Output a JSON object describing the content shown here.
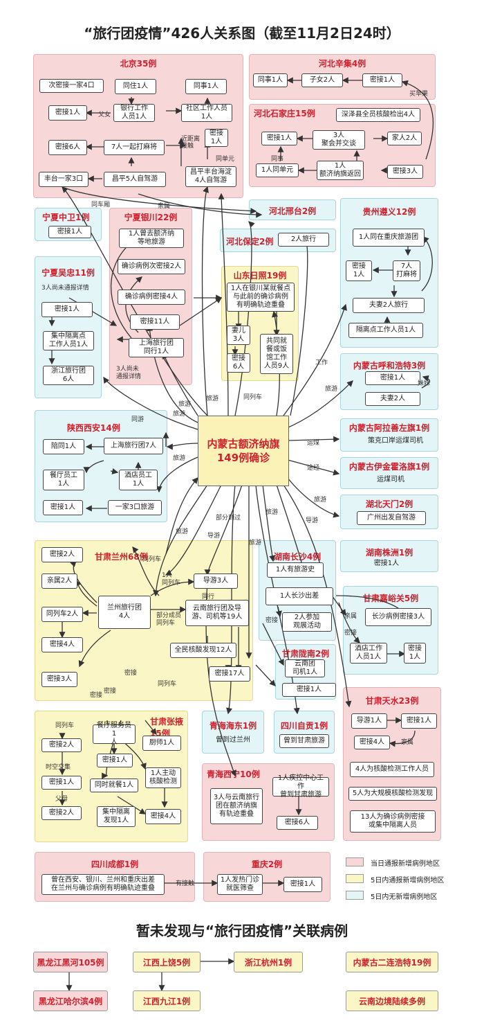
{
  "title": "“旅行团疫情”426人关系图（截至11月2日24时）",
  "center": "内蒙古额济纳旗\n149例确诊",
  "regions": {
    "beijing": "北京35例",
    "hebei_xinji": "河北辛集4例",
    "hebei_shijiazhuang": "河北石家庄15例",
    "hebei_xingtai": "河北邢台2例",
    "hebei_baoding": "河北保定2例",
    "ningxia_zhongwei": "宁夏中卫1例",
    "ningxia_yinchuan": "宁夏银川22例",
    "ningxia_wuzhong": "宁夏吴忠11例",
    "shandong_rizhao": "山东日照19例",
    "guizhou_zunyi": "贵州遵义12例",
    "nmg_huhehaote": "内蒙古呼和浩特3例",
    "shaanxi_xian": "陕西西安14例",
    "nmg_alashan": "内蒙古阿拉善左旗1例",
    "nmg_yijinhuoluo": "内蒙古伊金霍洛旗1例",
    "hubei_tianmen": "湖北天门2例",
    "hunan_changsha": "湖南长沙4例",
    "hunan_zhuzhou": "湖南株洲1例",
    "gansu_lanzhou": "甘肃兰州68例",
    "gansu_jiayuguan": "甘肃嘉峪关5例",
    "gansu_longnan": "甘肃陇南2例",
    "gansu_tianshui": "甘肃天水23例",
    "gansu_zhangye": "甘肃张掖\n15例",
    "qinghai_haidong": "青海海东1例",
    "sichuan_zigong": "四川自贡1例",
    "qinghai_xining": "青海西宁10例",
    "sichuan_chengdu": "四川成都1例",
    "chongqing": "重庆2例"
  },
  "nodes": {
    "bj1": "次密接一家4口",
    "bj2": "同住1人",
    "bj3": "同事1人",
    "bj4": "密接1人",
    "bj5": "银行工作\n人员1人",
    "bj6": "社区工作人员\n1人",
    "bj7": "密接6人",
    "bj8": "7人一起打麻将",
    "bj9": "密接\n1人",
    "bj10": "丰台一家3口",
    "bj11": "昌平5人自驾游",
    "bj12": "昌平丰台海淀\n4人自驾游",
    "xj1": "同事1人",
    "xj2": "子女2人",
    "xj3": "密接1人",
    "sjz1": "深泽县全员核酸检出4人",
    "sjz2": "密接1人",
    "sjz3": "3人\n聚会并交谈",
    "sjz4": "家人2人",
    "sjz5": "1人同单元",
    "sjz6": "1人\n额济纳旗返回",
    "sjz7": "密接3人",
    "bd1": "2人旅行",
    "zw1": "密接1人",
    "yc1": "1人曾去额济纳\n等地旅游",
    "yc2": "确诊病例次密接2人",
    "yc3": "确诊病例密接4人",
    "yc4": "密接11人",
    "yc5": "上海旅行团\n同行1人",
    "yc_note": "3人尚未\n通报详情",
    "wz_note": "3人尚未通报详情",
    "wz1": "密接1人",
    "wz2": "集中隔离点\n工作人员1人",
    "wz3": "浙江旅行团\n6人",
    "rz1": "1人在银川某就餐点\n与此前的确诊病例\n有明确轨迹重叠",
    "rz2": "妻儿\n3人",
    "rz3": "密接\n6人",
    "rz4": "共同就\n餐或饭\n馆工作\n人员9人",
    "zy1": "1人同在重庆旅游团",
    "zy2": "密接\n1人",
    "zy3": "7人\n打麻将",
    "zy4": "夫妻2人旅行",
    "zy5": "隔离点工作人员1人",
    "hh1": "密接1人",
    "hh2": "夫妻2人",
    "xa1": "陪同1人",
    "xa2": "上海旅行团7人",
    "xa3": "餐厅员工\n1人",
    "xa4": "酒店员工\n1人",
    "xa5": "密接1人",
    "xa6": "一家3口旅游",
    "al1": "策克口岸运煤司机",
    "yj1": "运煤司机",
    "tm1": "广州出发自驾游",
    "cs1": "1人有旅游史",
    "cs2": "1人长沙出差",
    "cs3": "2人参加\n观展活动",
    "zz1": "密接1人",
    "lz1": "密接2人",
    "lz2": "亲属2人",
    "lz3": "导游3人",
    "lz4": "兰州旅行团\n4人",
    "lz5": "同列车2人",
    "lz6": "云南旅行团及导\n游、司机等19人",
    "lz7": "密接4人",
    "lz8": "全民核酸发现12人",
    "lz9": "密接17人",
    "lz10": "密接3人",
    "jy1": "长沙病例密接3人",
    "jy2": "酒店工作\n人员1人",
    "jy3": "密接\n1人",
    "ln1": "云南团\n司机1人",
    "ln2": "密接1人",
    "ts1": "导游1人",
    "ts2": "密接1人",
    "ts3": "密接4人",
    "ts4": "4人为核酸检测工作人员",
    "ts5": "5人为大规模核酸检测发现",
    "ts6": "13人为确诊病例密接\n或集中隔离人员",
    "zhy1": "密接2人",
    "zhy2": "餐厅服务员1\n人",
    "zhy3": "厨师1人",
    "zhy4": "密接1人",
    "zhy5": "密接1人",
    "zhy6": "同时就餐1人",
    "zhy7": "1人主动\n核酸检测",
    "zhy8": "密接2人",
    "zhy9": "集中隔离\n发现1人",
    "zhy10": "密接4人",
    "hd1": "曾到过兰州",
    "zg1": "曾到甘肃旅游",
    "xn1": "3人与云南旅行\n团在额济纳旗\n有轨迹重叠",
    "xn2": "1人疾控中心工作\n曾到甘肃旅游",
    "xn3": "密接6人",
    "cd1": "曾在西安、银川、兰州和重庆出差\n在兰州与确诊病例有明确轨迹重叠",
    "cq1": "1人发热门诊\n就医筛查",
    "cq2": "密接1人"
  },
  "edge_labels": {
    "fuqin": "父女",
    "jinqi": "近距离\n接触",
    "tongdanyuan": "同单元",
    "tongshi": "同事",
    "maicai": "买苹果",
    "tongchexiang": "同车厢",
    "qinshu": "亲属",
    "gongzuo": "工作",
    "lvyou": "旅游",
    "tonglieche": "同列车",
    "meimei": "妹妹",
    "tonglv": "同游",
    "yunmei": "运煤",
    "tujing": "途经",
    "bufen": "部分到过",
    "daoyou": "导游",
    "mijie": "密接",
    "tonghang": "同行",
    "bufen_chengyuan": "部分成员\n同列车",
    "yiren": "1人\n同列车",
    "shikong": "时空交集",
    "fumu": "父母",
    "jiashu": "家属",
    "youjiechu": "有接触"
  },
  "legend": [
    {
      "label": "当日通报新增病例地区",
      "color": "#f8d7d9"
    },
    {
      "label": "5日内通报新增病例地区",
      "color": "#fbf6c6"
    },
    {
      "label": "5日内无新增病例地区",
      "color": "#e3f5f7"
    }
  ],
  "unrelated_title": "暂未发现与“旅行团疫情”关联病例",
  "unrelated": {
    "heihe": "黑龙江黑河105例",
    "haerbin": "黑龙江哈尔滨4例",
    "shangrao": "江西上饶5例",
    "jiujiang": "江西九江1例",
    "hangzhou": "浙江杭州1例",
    "erlian": "内蒙古二连浩特19例",
    "yunnan": "云南边境陆续多例"
  }
}
